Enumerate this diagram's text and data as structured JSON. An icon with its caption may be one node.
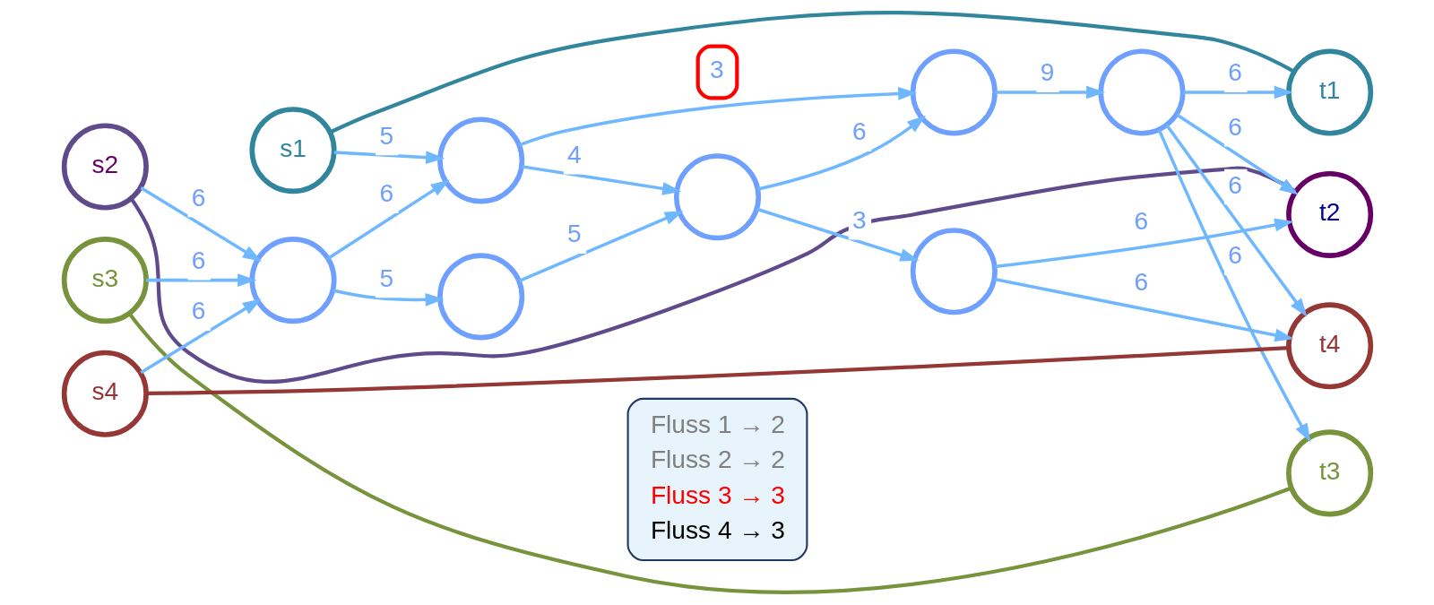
{
  "diagram": {
    "nodes": [
      {
        "text": [
          "s2"
        ]
      },
      {
        "text": [
          "s1"
        ]
      },
      {
        "text": [],
        "shape": "circle"
      },
      {
        "text": [],
        "shape": "circle"
      },
      {
        "text": [],
        "shape": "circle"
      },
      {
        "text": [
          "t1"
        ]
      },
      {
        "text": [
          "s3"
        ]
      },
      {
        "text": [],
        "shape": "circle"
      },
      {
        "text": [],
        "shape": "circle"
      },
      {
        "text": [],
        "shape": "circle"
      },
      {
        "text": [],
        "shape": "circle"
      },
      {
        "text": [
          "t2"
        ]
      },
      {
        "text": [
          "t3"
        ]
      },
      {
        "text": [
          "s4"
        ]
      },
      {
        "text": [
          "t4"
        ]
      },
      {
        "text": [
          "Fluss 1 → 2",
          "Fluss 2 → 2",
          "Fluss 3 → 3",
          "Fluss 4 → 3"
        ]
      }
    ],
    "edges": [
      {
        "from": 1,
        "to": 2,
        "arrow": "to",
        "label": "5"
      },
      {
        "from": 2,
        "to": 3,
        "arrow": "to",
        "label": "3"
      },
      {
        "from": 3,
        "to": 4,
        "arrow": "to",
        "label": "9"
      },
      {
        "from": 4,
        "to": 5,
        "arrow": "to",
        "label": "6"
      },
      {
        "from": 0,
        "to": 7,
        "arrow": "to",
        "label": "6"
      },
      {
        "from": 6,
        "to": 7,
        "arrow": "to",
        "label": "6"
      },
      {
        "from": 13,
        "to": 7,
        "arrow": "to",
        "label": "6"
      },
      {
        "from": 7,
        "to": 2,
        "arrow": "to",
        "label": "6"
      },
      {
        "from": 7,
        "to": 8,
        "arrow": "to",
        "label": "5"
      },
      {
        "from": 2,
        "to": 9,
        "arrow": "to",
        "label": "4"
      },
      {
        "from": 8,
        "to": 9,
        "arrow": "to",
        "label": "5"
      },
      {
        "from": 9,
        "to": 3,
        "arrow": "to",
        "label": "6"
      },
      {
        "from": 9,
        "to": 10,
        "arrow": "to",
        "label": "3"
      },
      {
        "from": 10,
        "to": 11,
        "arrow": "to",
        "label": "6"
      },
      {
        "from": 4,
        "to": 11,
        "arrow": "to",
        "label": "6"
      },
      {
        "from": 4,
        "to": 12,
        "arrow": "to",
        "label": "6"
      },
      {
        "from": 4,
        "to": 14,
        "arrow": "to",
        "label": "6"
      },
      {
        "from": 10,
        "to": 14,
        "arrow": "to",
        "label": "6"
      },
      {
        "from": 1,
        "to": 5,
        "arrow": "none",
        "color": "#31859c"
      },
      {
        "from": 0,
        "to": 11,
        "arrow": "none",
        "color": "#5f4b8b"
      },
      {
        "from": 6,
        "to": 12,
        "arrow": "none",
        "color": "#77933c"
      },
      {
        "from": 13,
        "to": 14,
        "arrow": "none",
        "color": "#953735"
      }
    ]
  }
}
